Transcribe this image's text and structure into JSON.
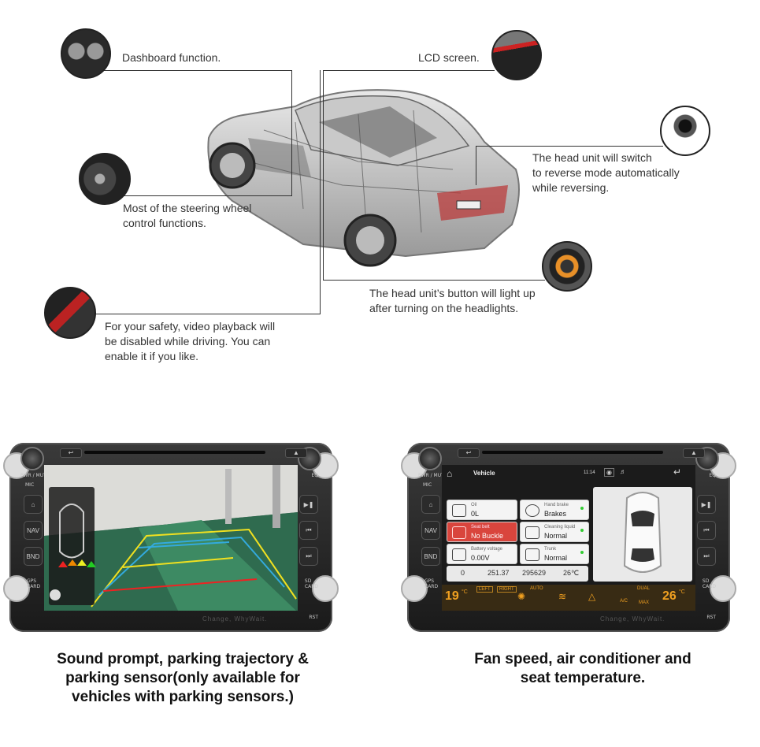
{
  "callouts": {
    "dashboard": "Dashboard function.",
    "lcd": "LCD screen.",
    "reverse": "The head unit will switch\nto reverse mode automatically\nwhile reversing.",
    "steering": "Most of the steering wheel\ncontrol functions.",
    "headlights": "The head unit’s button will light up\nafter turning on the headlights.",
    "safety": "For your safety, video playback will\nbe disabled while driving. You can\nenable it if you like."
  },
  "captions": {
    "left": "Sound prompt, parking trajectory &\nparking sensor(only available for\nvehicles with parking sensors.)",
    "right": "Fan speed, air conditioner and\nseat temperature."
  },
  "unit_labels": {
    "pwr": "PWR / MUT",
    "mic": "MIC",
    "nav": "NAV",
    "bnd": "BND",
    "gps": "GPS\nCARD",
    "sd": "SD\nCARD",
    "eq": "EQ",
    "rst": "RST",
    "watermark": "Change, WhyWait."
  },
  "vehicle_screen": {
    "title": "Vehicle",
    "time": "11:14",
    "oil_label": "Oil",
    "oil_value": "0L",
    "handbrake_label": "Hand brake",
    "handbrake_value": "Brakes",
    "seatbelt_label": "Seat belt",
    "seatbelt_value": "No Buckle",
    "cleaning_label": "Cleaning liquid",
    "cleaning_value": "Normal",
    "battery_label": "Battery voltage",
    "battery_value": "0.00V",
    "trunk_label": "Trunk",
    "trunk_value": "Normal",
    "stat1": "0",
    "stat2": "251.37",
    "stat3": "295629",
    "stat4": "26℃",
    "temp_left": "19",
    "temp_right": "26",
    "temp_unit": "°C",
    "left_btn": "LEFT",
    "right_btn": "RIGHT",
    "auto_btn": "AUTO",
    "ac_btn": "A/C",
    "dual_btn": "DUAL",
    "max_btn": "MAX"
  }
}
